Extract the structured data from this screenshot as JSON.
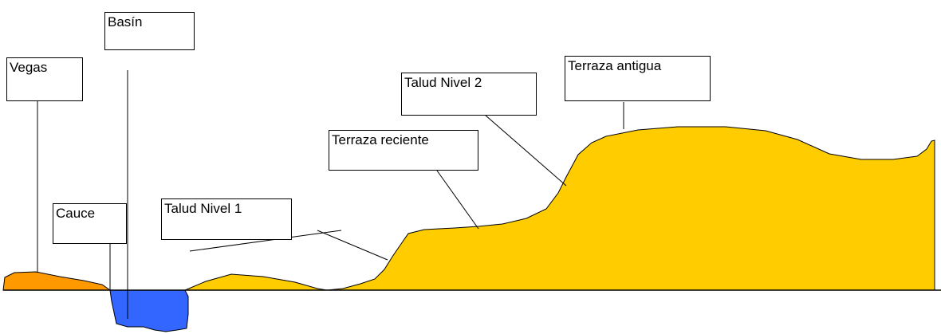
{
  "labels": {
    "basin": "Basín",
    "vegas": "Vegas",
    "cauce": "Cauce",
    "talud_nivel_1": "Talud Nivel 1",
    "terraza_reciente": "Terraza reciente",
    "talud_nivel_2": "Talud Nivel 2",
    "terraza_antigua": "Terraza antigua"
  },
  "colors": {
    "terrain": "#FFCC00",
    "vegas": "#FF9900",
    "water": "#3366FF",
    "outline": "#000000"
  }
}
